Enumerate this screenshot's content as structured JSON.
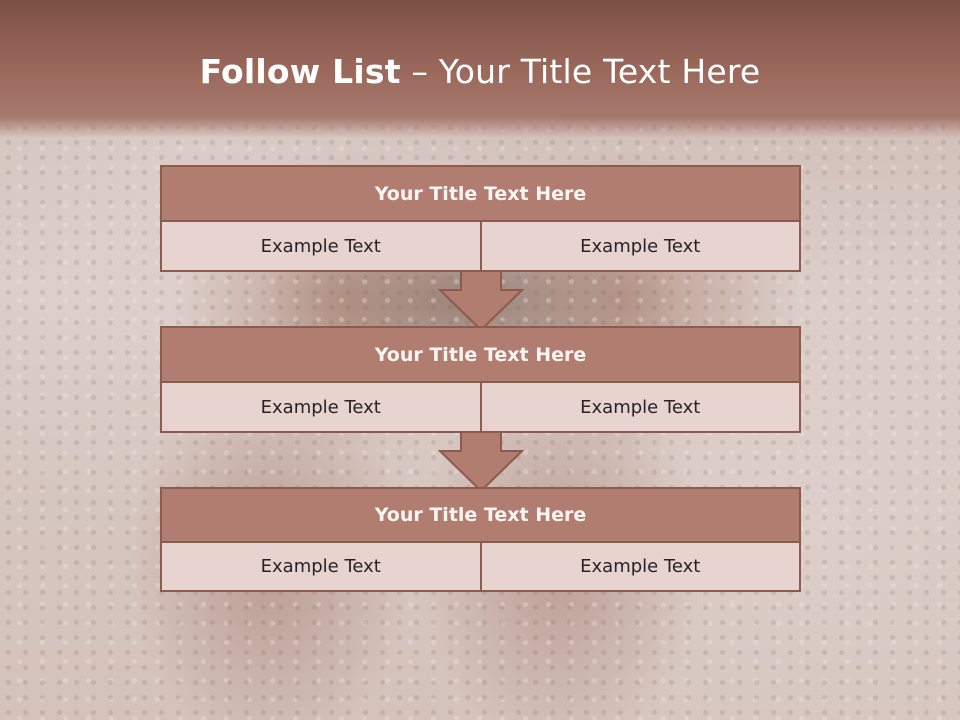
{
  "slide": {
    "title_bold": "Follow List",
    "title_rest": " – Your Title Text Here"
  },
  "steps": [
    {
      "title": "Your Title Text Here",
      "left": "Example Text",
      "right": "Example Text"
    },
    {
      "title": "Your Title Text Here",
      "left": "Example Text",
      "right": "Example Text"
    },
    {
      "title": "Your Title Text Here",
      "left": "Example Text",
      "right": "Example Text"
    }
  ],
  "colors": {
    "header": "#9c6a5d",
    "block_title": "#b07d70",
    "block_cell": "#e7d4d0",
    "border": "#8d5a4e"
  }
}
